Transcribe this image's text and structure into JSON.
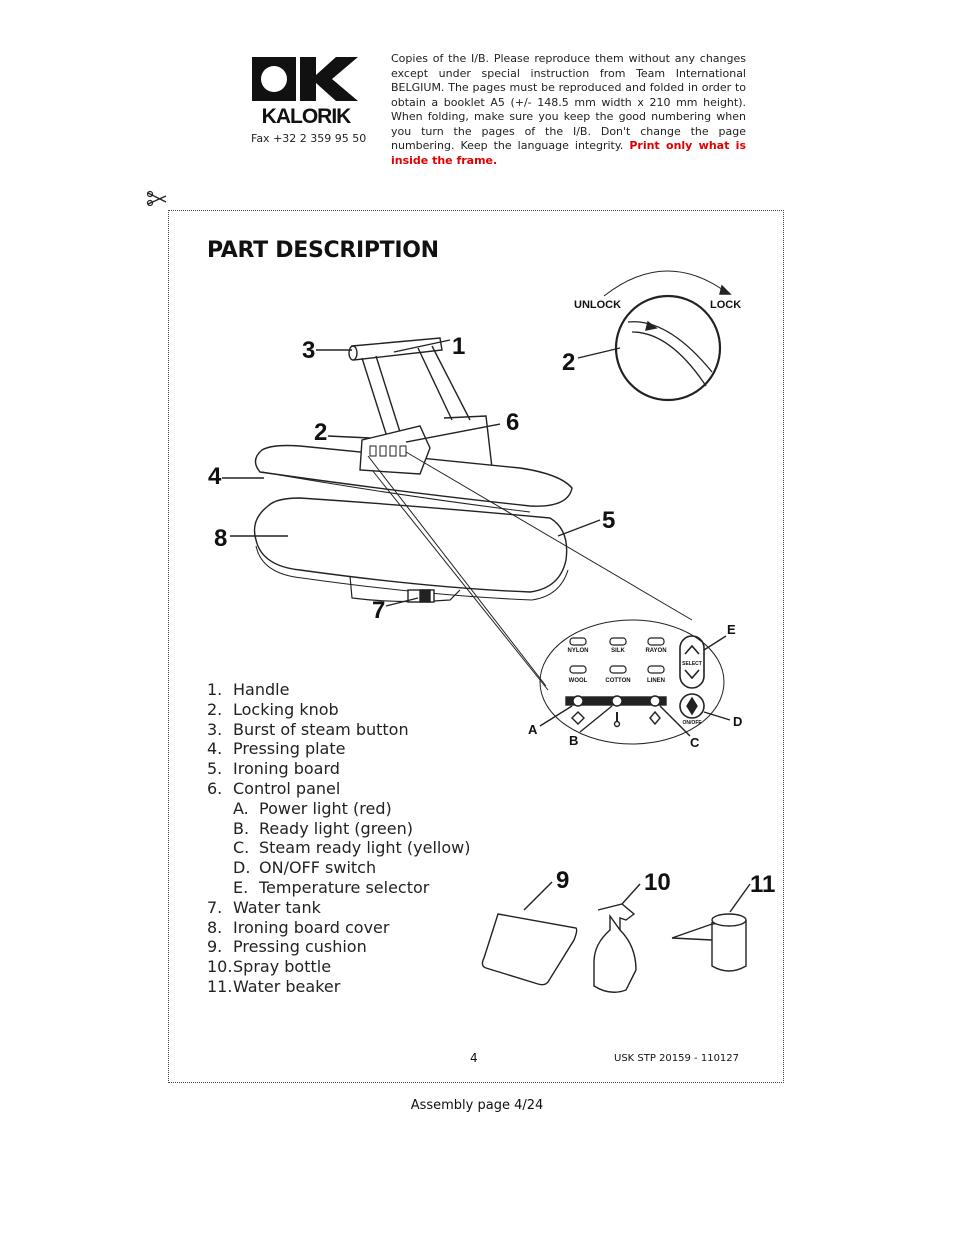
{
  "header": {
    "brand": "KALORIK",
    "fax": "Fax +32 2 359 95 50",
    "notice_text": "Copies of the I/B. Please reproduce them without any changes except under special instruction from Team International BELGIUM. The pages must be reproduced and folded in order to obtain a booklet A5 (+/- 148.5 mm width x 210 mm height). When folding, make sure you keep the good numbering when you turn the pages of the I/B. Don't change the page numbering. Keep the language integrity.",
    "notice_highlight": "Print only what is inside the frame."
  },
  "title": "PART DESCRIPTION",
  "diagram": {
    "callouts": [
      "1",
      "2",
      "3",
      "4",
      "5",
      "6",
      "7",
      "8"
    ],
    "knob": {
      "unlock": "UNLOCK",
      "lock": "LOCK",
      "callout": "2"
    },
    "panel": {
      "fabrics": [
        "NYLON",
        "SILK",
        "RAYON",
        "WOOL",
        "COTTON",
        "LINEN"
      ],
      "select": "SELECT",
      "onoff": "ON/OFF",
      "letters": [
        "A",
        "B",
        "C",
        "D",
        "E"
      ]
    },
    "accessory_callouts": [
      "9",
      "10",
      "11"
    ]
  },
  "parts": [
    {
      "num": "1.",
      "label": "Handle"
    },
    {
      "num": "2.",
      "label": "Locking knob"
    },
    {
      "num": "3.",
      "label": "Burst of steam button"
    },
    {
      "num": "4.",
      "label": "Pressing plate"
    },
    {
      "num": "5.",
      "label": "Ironing board"
    },
    {
      "num": "6.",
      "label": "Control panel",
      "sub": [
        {
          "num": "A.",
          "label": "Power light (red)"
        },
        {
          "num": "B.",
          "label": "Ready light (green)"
        },
        {
          "num": "C.",
          "label": "Steam ready light (yellow)"
        },
        {
          "num": "D.",
          "label": "ON/OFF switch"
        },
        {
          "num": "E.",
          "label": "Temperature selector"
        }
      ]
    },
    {
      "num": "7.",
      "label": "Water tank"
    },
    {
      "num": "8.",
      "label": "Ironing board cover"
    },
    {
      "num": "9.",
      "label": "Pressing cushion"
    },
    {
      "num": "10.",
      "label": "Spray bottle"
    },
    {
      "num": "11.",
      "label": "Water beaker"
    }
  ],
  "footer": {
    "page_number": "4",
    "doc_ref": "USK STP 20159  - 110127",
    "assembly": "Assembly page 4/24"
  }
}
